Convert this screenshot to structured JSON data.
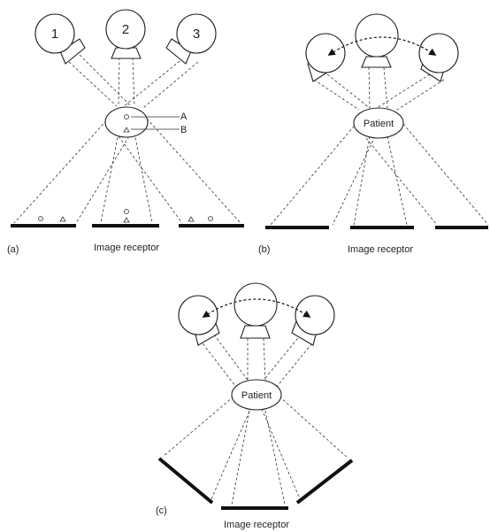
{
  "panels": {
    "a": {
      "tag": "(a)",
      "source_numbers": [
        "1",
        "2",
        "3"
      ],
      "marker_a": "A",
      "marker_b": "B",
      "receptor_label": "Image receptor"
    },
    "b": {
      "tag": "(b)",
      "patient_label": "Patient",
      "receptor_label": "Image receptor"
    },
    "c": {
      "tag": "(c)",
      "patient_label": "Patient",
      "receptor_label": "Image receptor"
    }
  }
}
